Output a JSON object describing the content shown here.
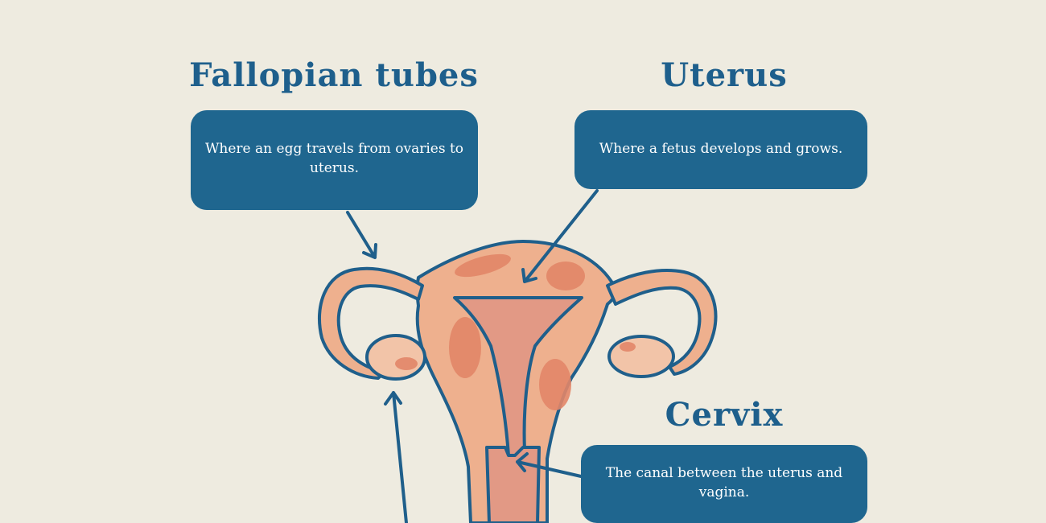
{
  "labels": {
    "fallopian_tubes": {
      "title": "Fallopian tubes",
      "description": "Where an egg travels from ovaries to uterus."
    },
    "uterus": {
      "title": "Uterus",
      "description": "Where a fetus develops and grows."
    },
    "cervix": {
      "title": "Cervix",
      "description": "The canal between the uterus and vagina."
    }
  },
  "colors": {
    "background": "#eeebe0",
    "heading": "#1e5f8c",
    "callout_fill": "#1f668f",
    "outline": "#1f5f8b",
    "tissue": "#eeb08e",
    "tissue_dark": "#e28668",
    "cavity": "#e29985"
  }
}
